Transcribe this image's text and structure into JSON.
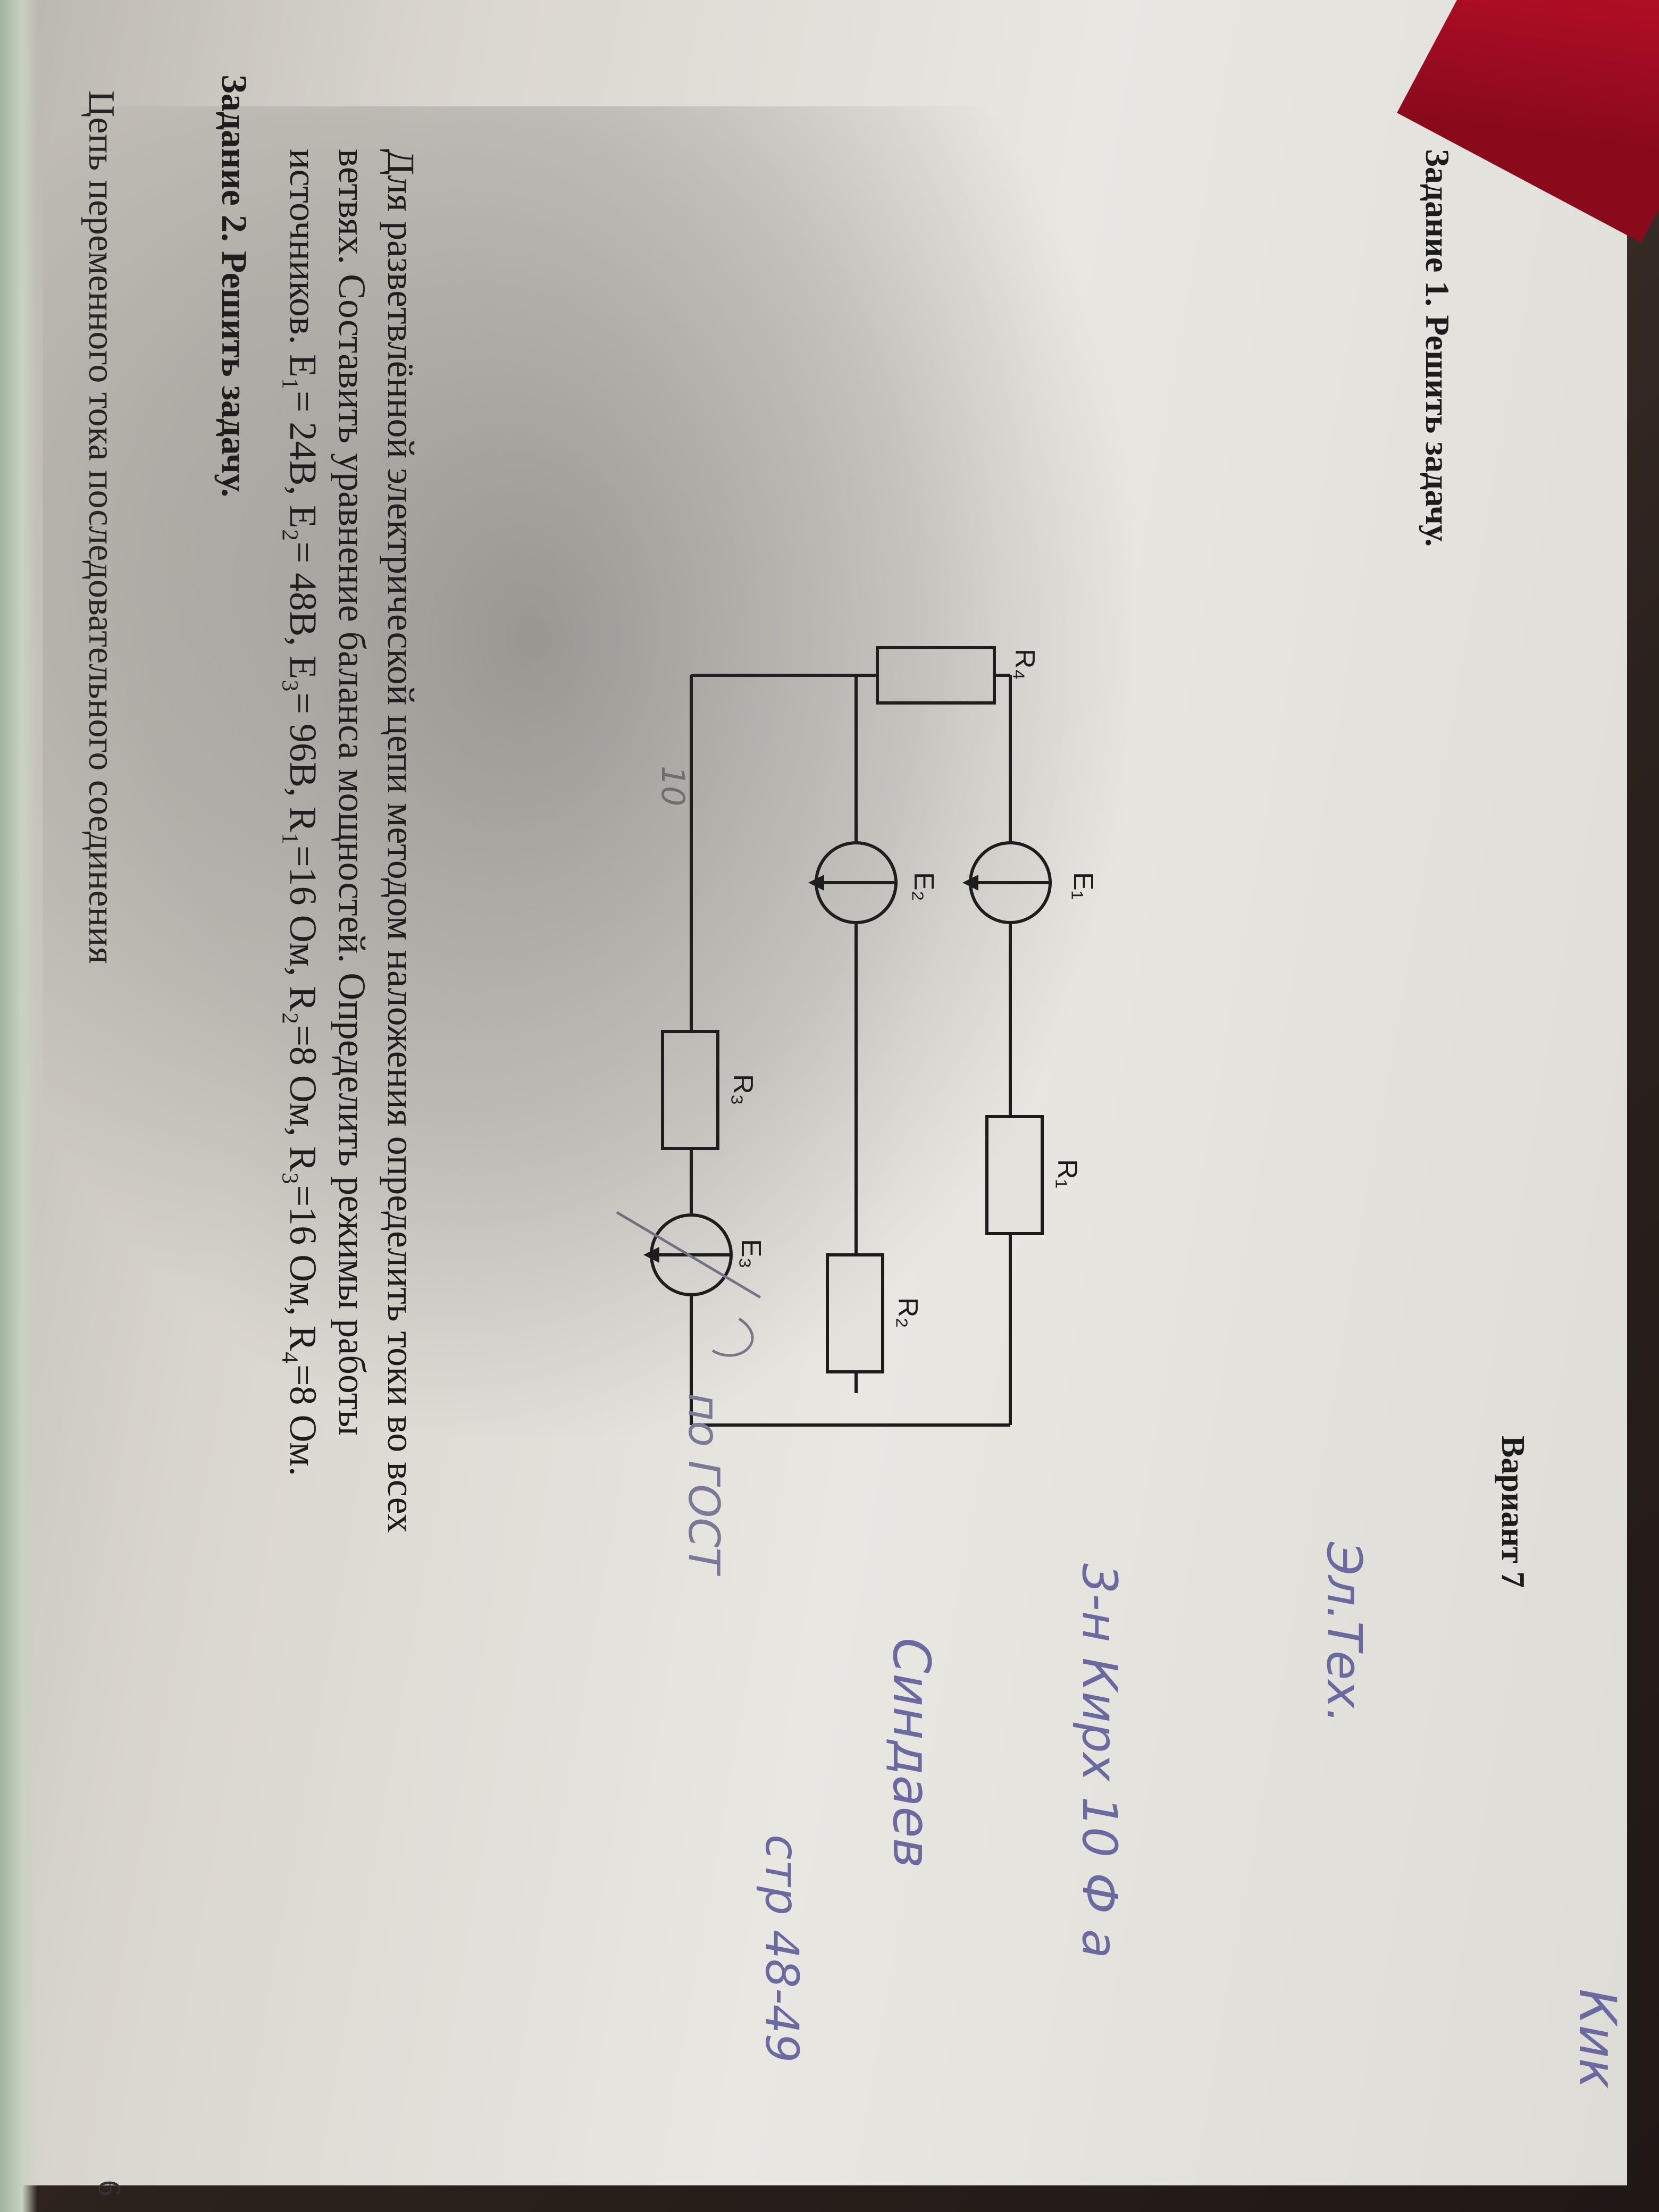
{
  "header": {
    "variant": "Вариант 7"
  },
  "task1": {
    "title_bold": "Задание 1. Решить задачу.",
    "lines": [
      "Для разветвлённой электрической цепи методом наложения определить токи во всех",
      "ветвях.   Составить   уравнение   баланса   мощностей.   Определить   режимы   работы",
      "источников. E₁= 24В, E₂= 48В, E₃= 96В, R₁=16 Ом, R₂=8 Ом, R₃=16 Ом, R₄=8 Ом."
    ]
  },
  "circuit": {
    "labels": {
      "R1": "R₁",
      "R2": "R₂",
      "R3": "R₃",
      "R4": "R₄",
      "E1": "E₁",
      "E2": "E₂",
      "E3": "E₃"
    }
  },
  "task2": {
    "title_bold": "Задание 2. Решить задачу.",
    "text": "Цепь переменного тока последовательного соединения"
  },
  "page_number": "6",
  "handwriting": {
    "top_right": "Кик",
    "line1": "Эл.Тех.",
    "line2": "3-н Кирх 10 Ф а",
    "line3": "Синдаев",
    "line4": "стр 48-49",
    "line5": "по ГОСТ",
    "scribble": "10"
  }
}
